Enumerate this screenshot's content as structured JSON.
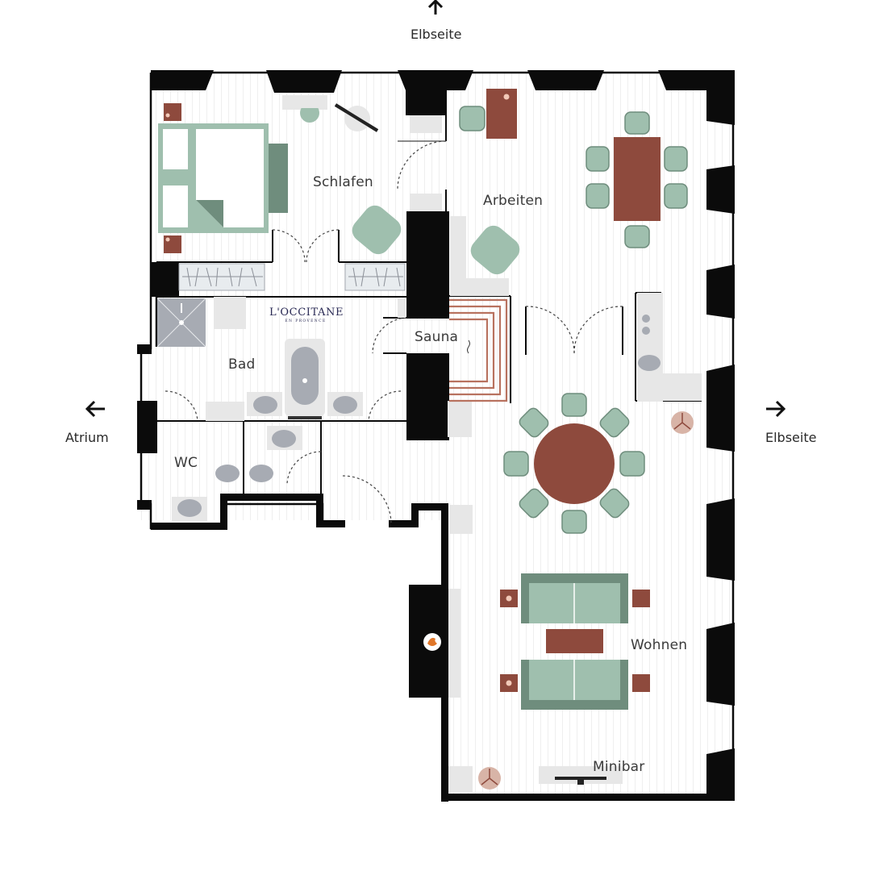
{
  "directions": {
    "top": "Elbseite",
    "left": "Atrium",
    "right": "Elbseite"
  },
  "rooms": {
    "schlafen": "Schlafen",
    "arbeiten": "Arbeiten",
    "sauna": "Sauna",
    "bad": "Bad",
    "wc": "WC",
    "wohnen": "Wohnen",
    "minibar": "Minibar"
  },
  "brand": {
    "name": "L'OCCITANE",
    "tagline": "EN PROVENCE"
  },
  "colors": {
    "wall": "#0b0b0b",
    "sage": "#9fbfae",
    "sage_dark": "#6f8d7d",
    "brick": "#8e4a3d",
    "grey": "#a7abb3",
    "light_grey": "#e6e6e6",
    "floor_line": "#eeeeee",
    "brand": "#2a2a55",
    "accent_orange": "#e0772a"
  }
}
